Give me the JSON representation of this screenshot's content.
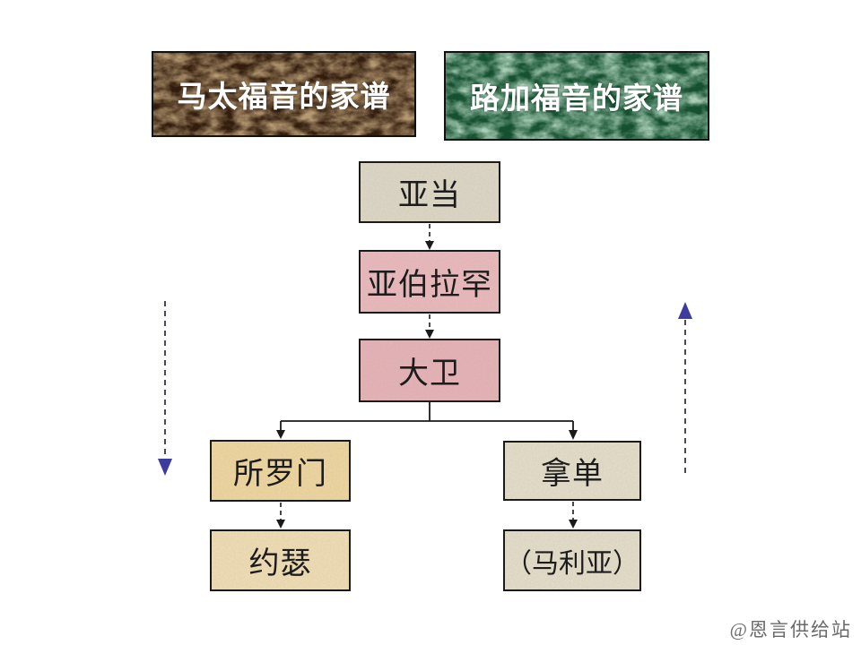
{
  "page": {
    "background": "#ffffff"
  },
  "headers": [
    {
      "id": "matthew",
      "label": "马太福音的家谱",
      "texture": "brown-marble",
      "base_color": "#321d0d",
      "vein_color": "#8a5f35",
      "text_color": "#ffffff"
    },
    {
      "id": "luke",
      "label": "路加福音的家谱",
      "texture": "green-marble",
      "base_color": "#155130",
      "vein_color": "#7fbb97",
      "text_color": "#ffffff"
    }
  ],
  "flowchart": {
    "nodes": [
      {
        "id": "adam",
        "label": "亚当",
        "fill": "#dcd6c7"
      },
      {
        "id": "abraham",
        "label": "亚伯拉罕",
        "fill": "#e8b8bd"
      },
      {
        "id": "david",
        "label": "大卫",
        "fill": "#e4b2b8"
      },
      {
        "id": "solomon",
        "label": "所罗门",
        "fill": "#ecd5a0"
      },
      {
        "id": "nathan",
        "label": "拿单",
        "fill": "#e2dcca"
      },
      {
        "id": "joseph",
        "label": "约瑟",
        "fill": "#eedcb5"
      },
      {
        "id": "mary",
        "label": "（马利亚）",
        "fill": "#e2dcca"
      }
    ],
    "edges": [
      {
        "from": "adam",
        "to": "abraham",
        "style": "dashed"
      },
      {
        "from": "abraham",
        "to": "david",
        "style": "dashed"
      },
      {
        "from": "david",
        "to": "solomon",
        "style": "solid"
      },
      {
        "from": "david",
        "to": "nathan",
        "style": "solid"
      },
      {
        "from": "solomon",
        "to": "joseph",
        "style": "dashed"
      },
      {
        "from": "nathan",
        "to": "mary",
        "style": "dashed"
      }
    ],
    "edge_color": "#1a1a1a"
  },
  "side_arrows": [
    {
      "side": "left",
      "direction": "down",
      "line_style": "dashed",
      "head_color": "#3c3c9e"
    },
    {
      "side": "right",
      "direction": "up",
      "line_style": "dashed",
      "head_color": "#3c3c9e"
    }
  ],
  "watermark": {
    "text": "@恩言供给站",
    "color": "#6a6a6a"
  }
}
